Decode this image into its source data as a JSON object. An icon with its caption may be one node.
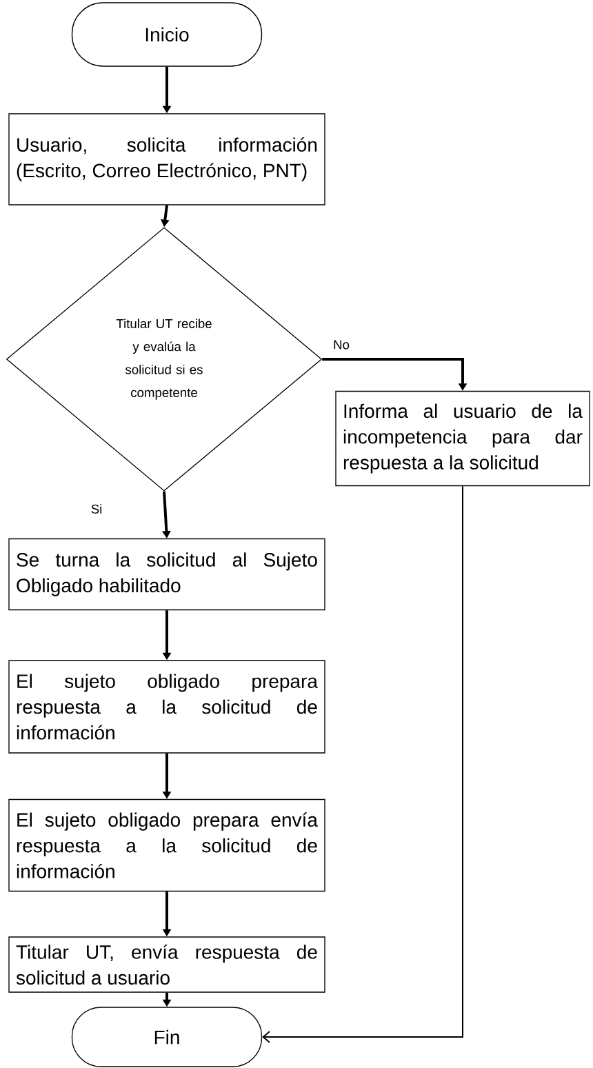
{
  "diagram": {
    "nodes": [
      {
        "text": [
          "Inicio"
        ]
      },
      {
        "text": [
          "Usuario, solicita información (Escrito, Correo Electrónico, PNT)"
        ]
      },
      {
        "text": [
          "Titular UT recibe y evalúa la solicitud si es competente"
        ]
      },
      {
        "text": [
          "Informa al usuario de la incompetencia para dar respuesta a la solicitud"
        ]
      },
      {
        "text": [
          "Se turna la solicitud al Sujeto Obligado habilitado"
        ]
      },
      {
        "text": [
          "El sujeto obligado prepara respuesta a la solicitud de información"
        ]
      },
      {
        "text": [
          "El sujeto obligado prepara envía respuesta a la solicitud de información"
        ]
      },
      {
        "text": [
          "Titular UT, envía respuesta de solicitud a usuario"
        ]
      },
      {
        "text": [
          "Fin"
        ]
      }
    ],
    "edges": [
      {
        "from": 0,
        "to": 1,
        "arrow": "to"
      },
      {
        "from": 1,
        "to": 2,
        "arrow": "to"
      },
      {
        "from": 2,
        "to": 3,
        "arrow": "to",
        "label": "No"
      },
      {
        "from": 2,
        "to": 4,
        "arrow": "to",
        "label": "Si"
      },
      {
        "from": 4,
        "to": 5,
        "arrow": "to"
      },
      {
        "from": 5,
        "to": 6,
        "arrow": "to"
      },
      {
        "from": 6,
        "to": 7,
        "arrow": "to"
      },
      {
        "from": 7,
        "to": 8,
        "arrow": "to"
      },
      {
        "from": 3,
        "to": 8,
        "arrow": "to"
      }
    ]
  }
}
